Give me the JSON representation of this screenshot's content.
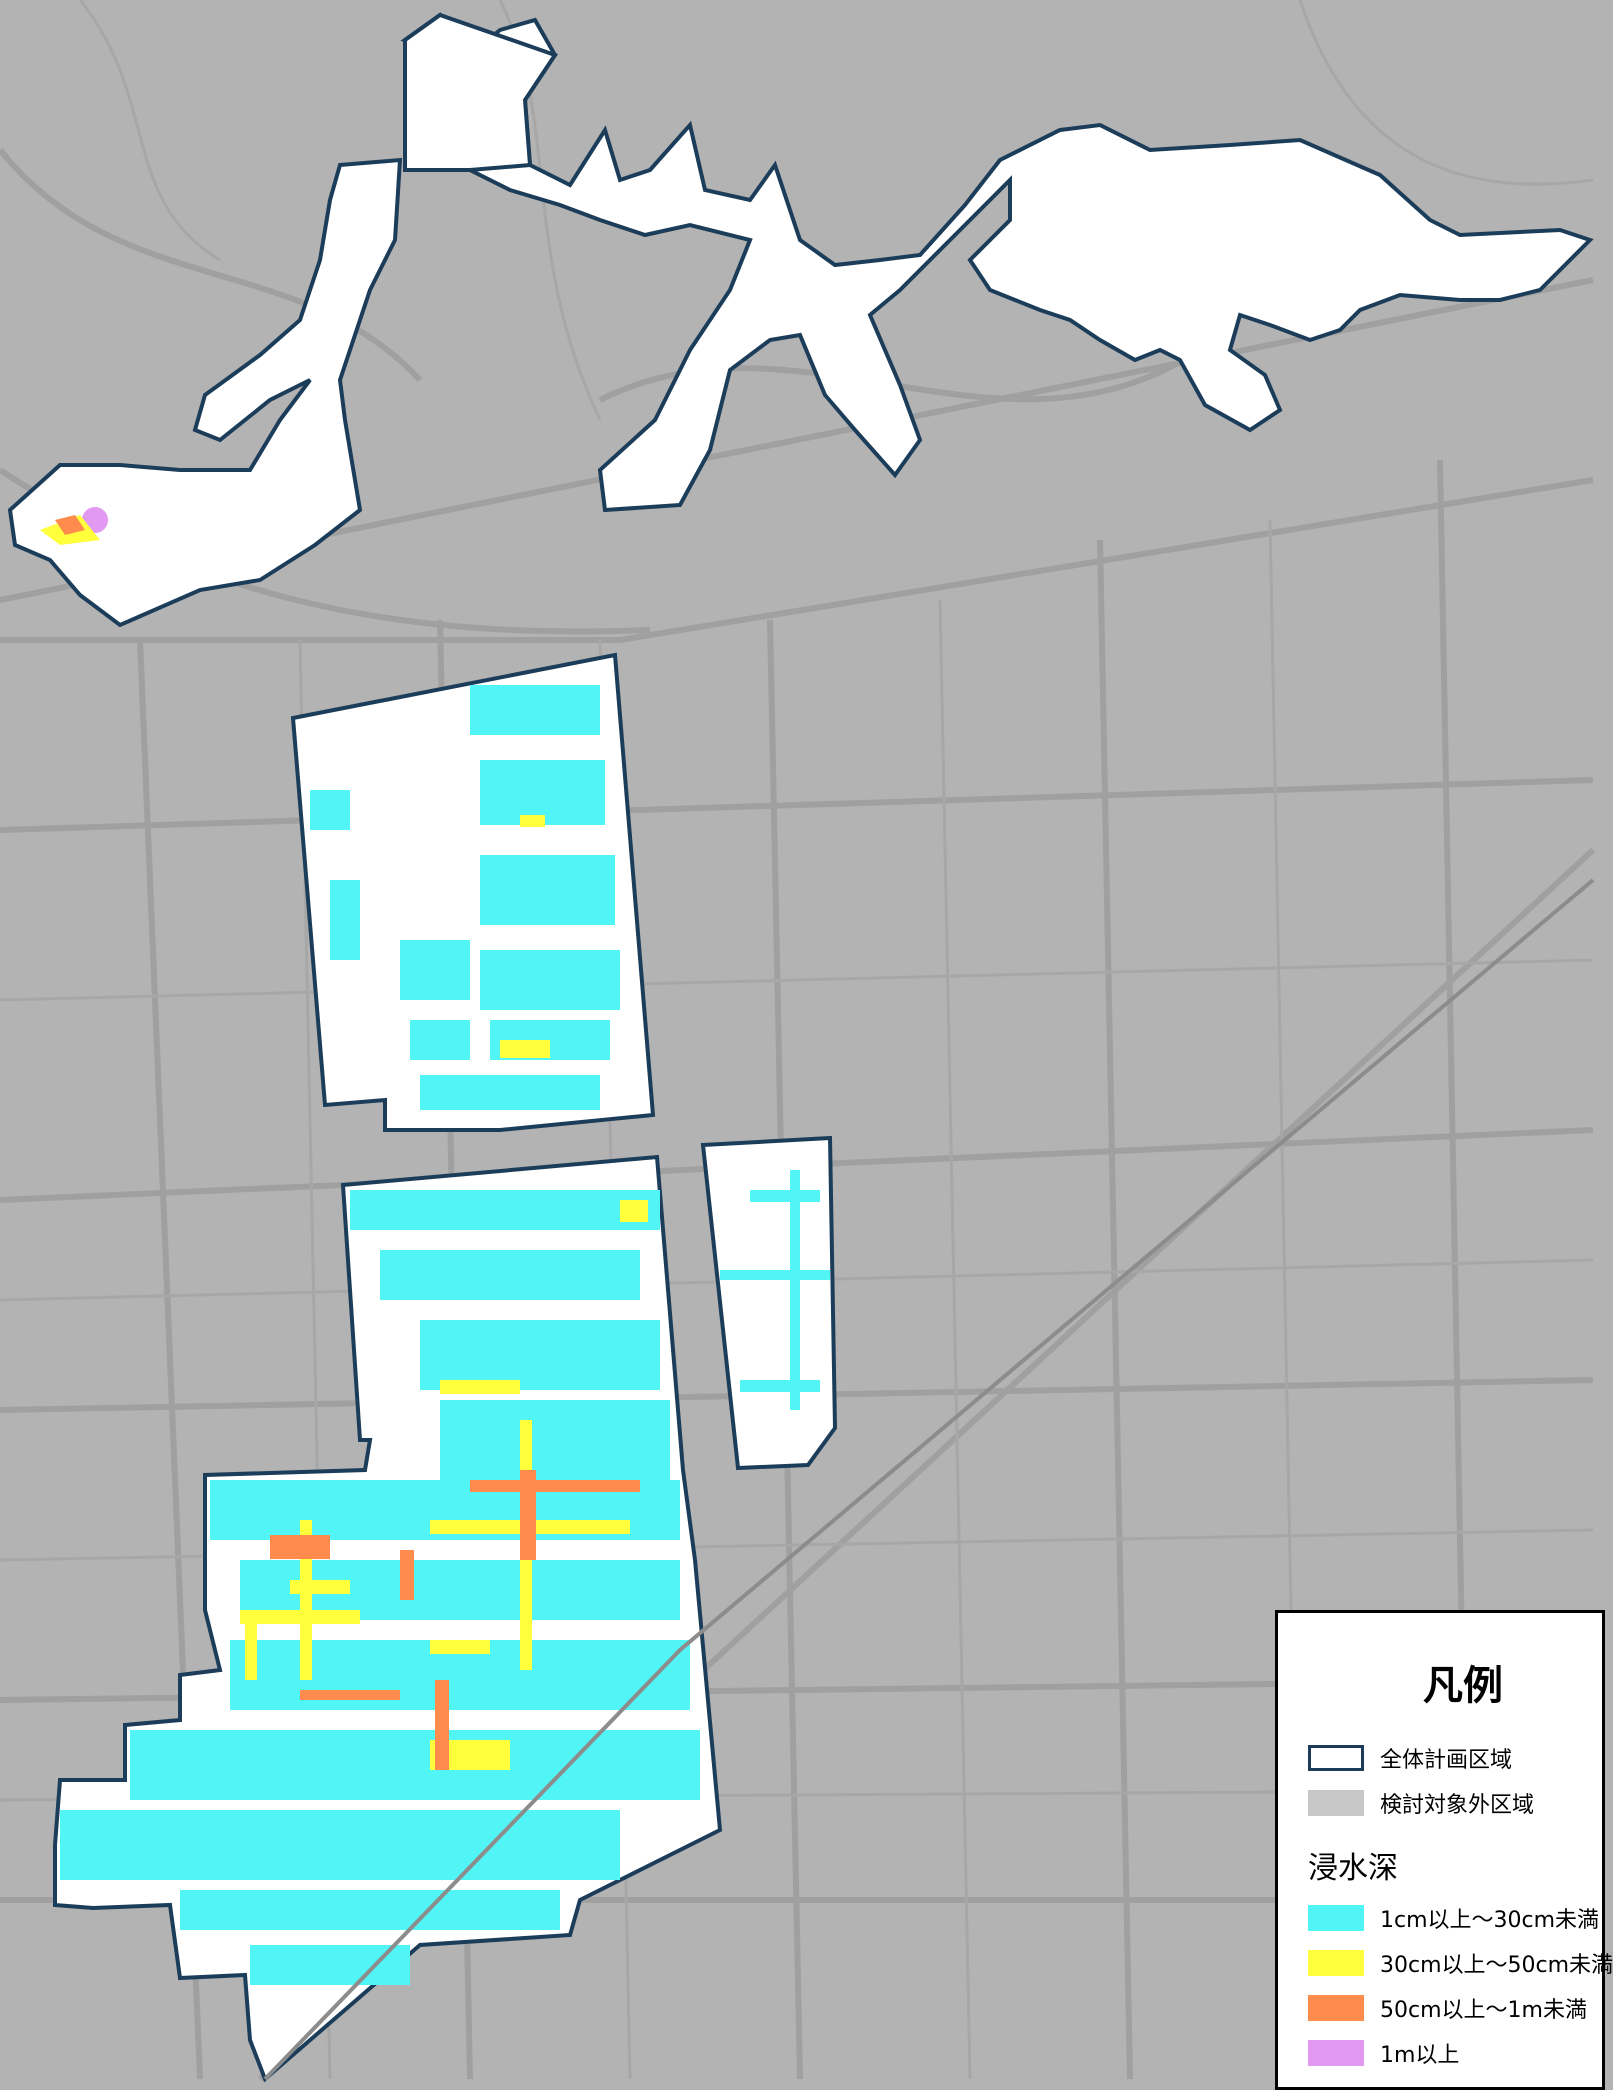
{
  "legend": {
    "title": "凡例",
    "plan_area": "全体計画区域",
    "excluded_area": "検討対象外区域",
    "depth_heading": "浸水深",
    "depth_classes": [
      {
        "label": "1cm以上～30cm未満",
        "color": "#52f5f5"
      },
      {
        "label": "30cm以上～50cm未満",
        "color": "#ffff3b"
      },
      {
        "label": "50cm以上～1m未満",
        "color": "#ff8b4d"
      },
      {
        "label": "1m以上",
        "color": "#e199f2"
      }
    ]
  },
  "colors": {
    "background": "#b3b3b3",
    "roads": "#a3a3a3",
    "area_fill": "#ffffff",
    "area_border": "#1c3d5a",
    "excluded": "#c8c8c8"
  }
}
